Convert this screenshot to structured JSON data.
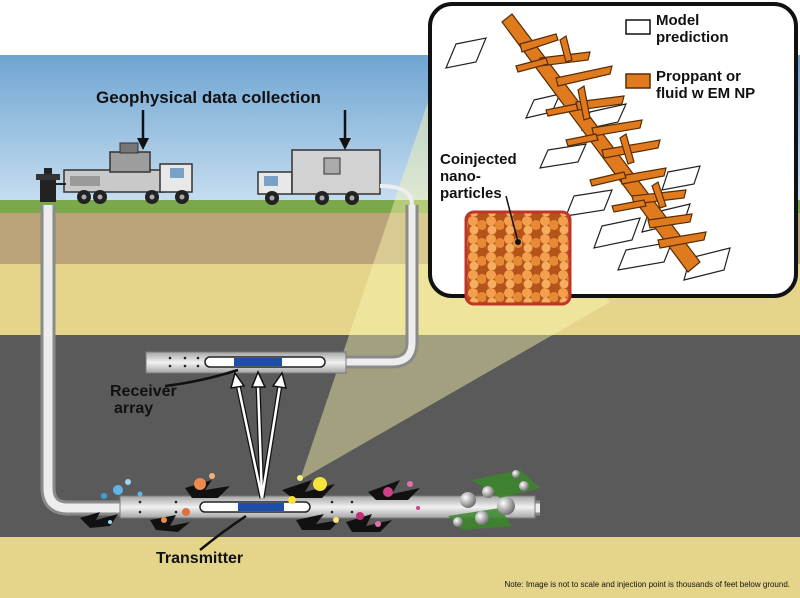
{
  "labels": {
    "data_collection": "Geophysical data collection",
    "receiver_line1": "Receiver",
    "receiver_line2": "array",
    "transmitter": "Transmitter",
    "coinjected_line1": "Coinjected",
    "coinjected_line2": "nano-",
    "coinjected_line3": "particles"
  },
  "legend": {
    "model_line1": "Model",
    "model_line2": "prediction",
    "proppant_line1": "Proppant or",
    "proppant_line2": "fluid w EM NP"
  },
  "note": "Note: Image is not to scale and injection point is thousands of feet below ground.",
  "colors": {
    "sky": "#8ab8dc",
    "grass": "#7aa84a",
    "soil": "#bda57c",
    "sand": "#e6d78c",
    "rock": "#5c5c5c",
    "proppant": "#e07a1f",
    "nanoparticle": "#d9792c"
  }
}
